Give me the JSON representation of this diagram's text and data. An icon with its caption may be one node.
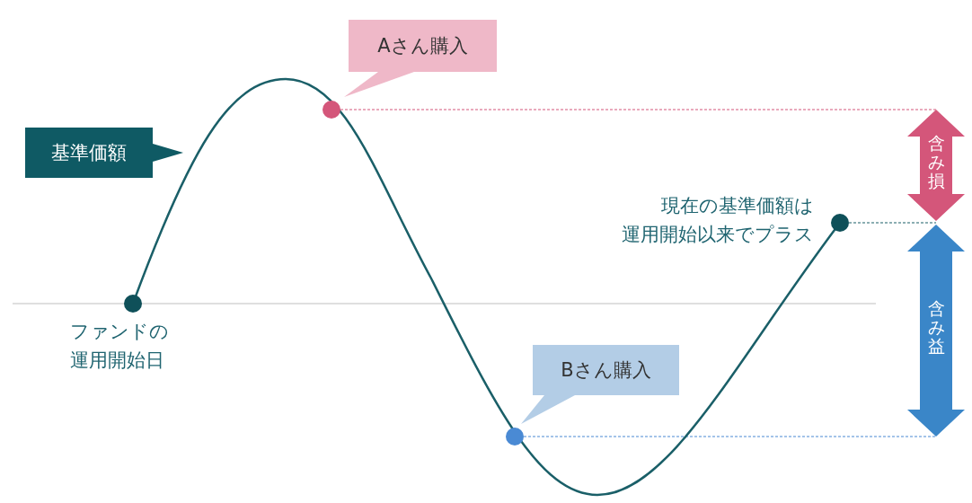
{
  "diagram": {
    "nodes": [
      {
        "text": [
          "Aさん購入"
        ]
      },
      {
        "text": [
          "基準価額"
        ]
      },
      {
        "text": [
          "含み損"
        ]
      },
      {
        "text": [
          "現在の基準価額は運用開始以来でプラス"
        ]
      },
      {
        "text": [
          "ファンドの運用開始日"
        ]
      },
      {
        "text": [
          "含み益"
        ]
      },
      {
        "text": [
          "Bさん購入"
        ]
      }
    ]
  }
}
